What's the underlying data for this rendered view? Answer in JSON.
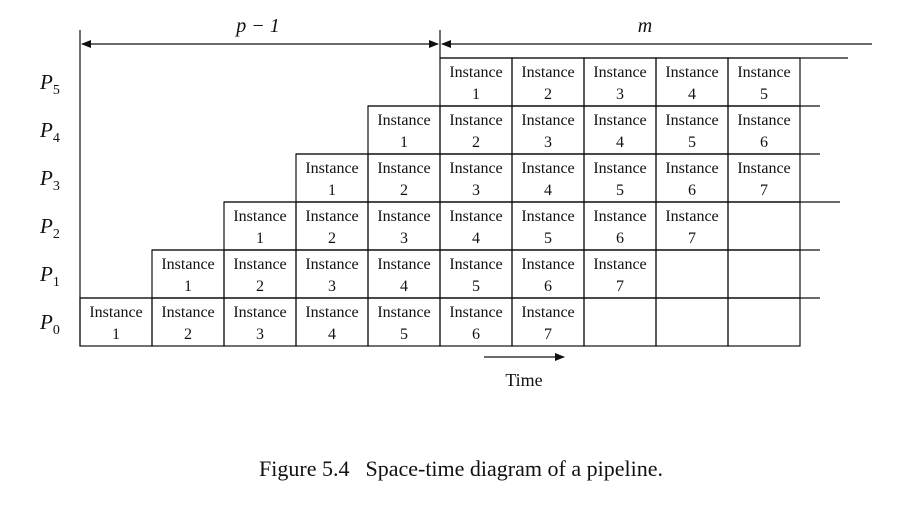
{
  "brackets": {
    "left_label": "p − 1",
    "right_label": "m"
  },
  "rows": [
    {
      "label": "P",
      "sub": "5",
      "cells": [
        {
          "word": "Instance",
          "num": "1"
        },
        {
          "word": "Instance",
          "num": "2"
        },
        {
          "word": "Instance",
          "num": "3"
        },
        {
          "word": "Instance",
          "num": "4"
        },
        {
          "word": "Instance",
          "num": "5"
        }
      ]
    },
    {
      "label": "P",
      "sub": "4",
      "cells": [
        {
          "word": "Instance",
          "num": "1"
        },
        {
          "word": "Instance",
          "num": "2"
        },
        {
          "word": "Instance",
          "num": "3"
        },
        {
          "word": "Instance",
          "num": "4"
        },
        {
          "word": "Instance",
          "num": "5"
        },
        {
          "word": "Instance",
          "num": "6"
        }
      ]
    },
    {
      "label": "P",
      "sub": "3",
      "cells": [
        {
          "word": "Instance",
          "num": "1"
        },
        {
          "word": "Instance",
          "num": "2"
        },
        {
          "word": "Instance",
          "num": "3"
        },
        {
          "word": "Instance",
          "num": "4"
        },
        {
          "word": "Instance",
          "num": "5"
        },
        {
          "word": "Instance",
          "num": "6"
        },
        {
          "word": "Instance",
          "num": "7"
        }
      ]
    },
    {
      "label": "P",
      "sub": "2",
      "cells": [
        {
          "word": "Instance",
          "num": "1"
        },
        {
          "word": "Instance",
          "num": "2"
        },
        {
          "word": "Instance",
          "num": "3"
        },
        {
          "word": "Instance",
          "num": "4"
        },
        {
          "word": "Instance",
          "num": "5"
        },
        {
          "word": "Instance",
          "num": "6"
        },
        {
          "word": "Instance",
          "num": "7"
        }
      ]
    },
    {
      "label": "P",
      "sub": "1",
      "cells": [
        {
          "word": "Instance",
          "num": "1"
        },
        {
          "word": "Instance",
          "num": "2"
        },
        {
          "word": "Instance",
          "num": "3"
        },
        {
          "word": "Instance",
          "num": "4"
        },
        {
          "word": "Instance",
          "num": "5"
        },
        {
          "word": "Instance",
          "num": "6"
        },
        {
          "word": "Instance",
          "num": "7"
        }
      ]
    },
    {
      "label": "P",
      "sub": "0",
      "cells": [
        {
          "word": "Instance",
          "num": "1"
        },
        {
          "word": "Instance",
          "num": "2"
        },
        {
          "word": "Instance",
          "num": "3"
        },
        {
          "word": "Instance",
          "num": "4"
        },
        {
          "word": "Instance",
          "num": "5"
        },
        {
          "word": "Instance",
          "num": "6"
        },
        {
          "word": "Instance",
          "num": "7"
        }
      ]
    }
  ],
  "time_label": "Time",
  "caption": {
    "number": "Figure 5.4",
    "text": "Space-time diagram of a pipeline."
  }
}
